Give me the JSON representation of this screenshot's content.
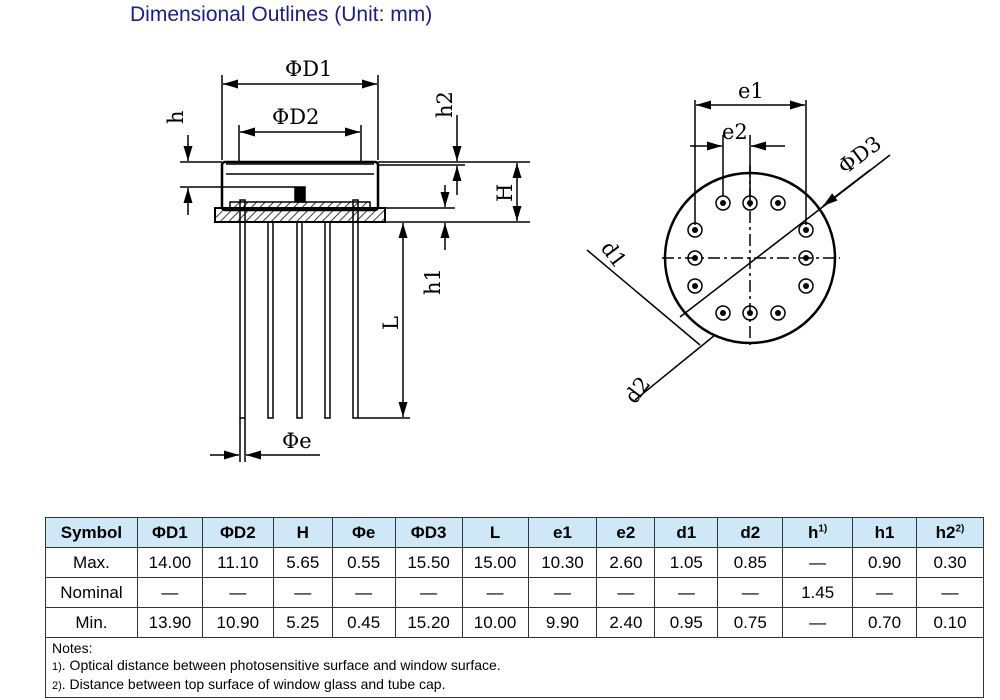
{
  "title": "Dimensional Outlines (Unit: mm)",
  "drawing_labels": {
    "D1": "ΦD1",
    "D2": "ΦD2",
    "h": "h",
    "h2": "h2",
    "H": "H",
    "h1": "h1",
    "L": "L",
    "e": "Φe",
    "e1": "e1",
    "e2": "e2",
    "D3": "ΦD3",
    "d1": "d1",
    "d2": "d2"
  },
  "table": {
    "headers": [
      "Symbol",
      "ΦD1",
      "ΦD2",
      "H",
      "Φe",
      "ΦD3",
      "L",
      "e1",
      "e2",
      "d1",
      "d2",
      "h",
      "h1",
      "h2"
    ],
    "header_sups": {
      "h": "1)",
      "h2": "2)"
    },
    "rows": [
      [
        "Max.",
        "14.00",
        "11.10",
        "5.65",
        "0.55",
        "15.50",
        "15.00",
        "10.30",
        "2.60",
        "1.05",
        "0.85",
        "—",
        "0.90",
        "0.30"
      ],
      [
        "Nominal",
        "—",
        "—",
        "—",
        "—",
        "—",
        "—",
        "—",
        "—",
        "—",
        "—",
        "1.45",
        "—",
        "—"
      ],
      [
        "Min.",
        "13.90",
        "10.90",
        "5.25",
        "0.45",
        "15.20",
        "10.00",
        "9.90",
        "2.40",
        "0.95",
        "0.75",
        "—",
        "0.70",
        "0.10"
      ]
    ],
    "notes_title": "Notes:",
    "notes": [
      {
        "num": "1)",
        "text": ". Optical distance between photosensitive surface and window surface."
      },
      {
        "num": "2)",
        "text": ". Distance between top surface of window glass and tube cap."
      }
    ]
  }
}
